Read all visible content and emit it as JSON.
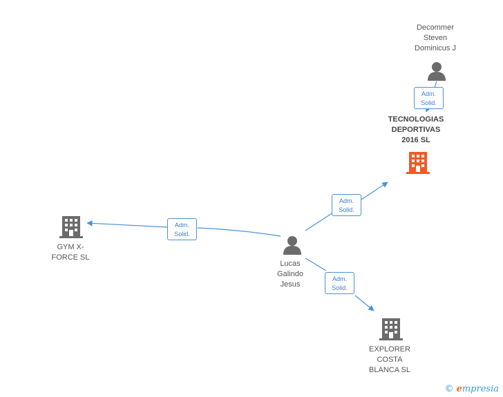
{
  "colors": {
    "edge": "#4a90d9",
    "person_icon": "#6b6b6b",
    "company_icon": "#6b6b6b",
    "highlight_company": "#f05a28",
    "brand": "#3a9ad9",
    "brand_accent": "#e86a1a"
  },
  "nodes": {
    "decommer": {
      "type": "person",
      "lines": [
        "Decommer",
        "Steven",
        "Dominicus J"
      ]
    },
    "tecnologias": {
      "type": "company",
      "highlight": true,
      "lines": [
        "TECNOLOGIAS",
        "DEPORTIVAS",
        "2016 SL"
      ]
    },
    "gym": {
      "type": "company",
      "lines": [
        "GYM X-",
        "FORCE  SL"
      ]
    },
    "lucas": {
      "type": "person",
      "lines": [
        "Lucas",
        "Galindo",
        "Jesus"
      ]
    },
    "explorer": {
      "type": "company",
      "lines": [
        "EXPLORER",
        "COSTA",
        "BLANCA SL"
      ]
    }
  },
  "edges": [
    {
      "from": "decommer",
      "to": "tecnologias",
      "label": [
        "Adm.",
        "Solid."
      ]
    },
    {
      "from": "lucas",
      "to": "tecnologias",
      "label": [
        "Adm.",
        "Solid."
      ]
    },
    {
      "from": "lucas",
      "to": "gym",
      "label": [
        "Adm.",
        "Solid."
      ]
    },
    {
      "from": "lucas",
      "to": "explorer",
      "label": [
        "Adm.",
        "Solid."
      ]
    }
  ],
  "brand": {
    "copyright": "©",
    "initial": "e",
    "rest": "mpresia"
  }
}
